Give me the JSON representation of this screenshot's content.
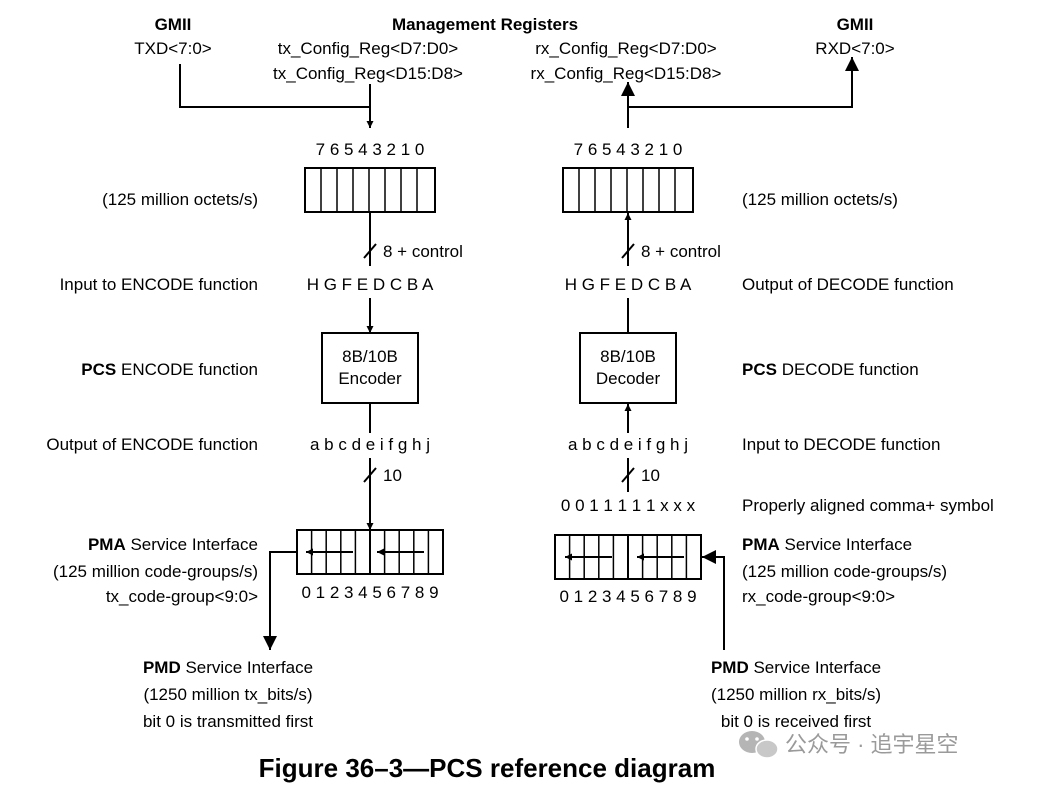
{
  "figure_caption": "Figure 36–3—PCS reference diagram",
  "watermark": "公众号 · 追宇星空",
  "management": {
    "title": "Management Registers"
  },
  "tx": {
    "gmii_title": "GMII",
    "gmii_signal": "TXD<7:0>",
    "config_low": "tx_Config_Reg<D7:D0>",
    "config_high": "tx_Config_Reg<D15:D8>",
    "bit_indices": "7 6 5 4 3 2 1 0",
    "rate_label": "(125 million octets/s)",
    "width_label": "8 + control",
    "func_input_label": "Input to ENCODE function",
    "func_input_bits": "H G F E D C B A",
    "pcs_bold": "PCS",
    "pcs_label": " ENCODE function",
    "block_line1": "8B/10B",
    "block_line2": "Encoder",
    "func_output_label": "Output of ENCODE function",
    "func_output_bits": "a b c d e i f g h j",
    "code_width": "10",
    "pma_bold": "PMA",
    "pma_label": " Service Interface",
    "pma_rate": "(125 million code-groups/s)",
    "pma_signal": "tx_code-group<9:0>",
    "code_indices": "0 1 2 3 4 5 6 7 8 9",
    "pmd_bold": "PMD",
    "pmd_label": " Service Interface",
    "pmd_rate": "(1250 million tx_bits/s)",
    "pmd_note": "bit 0 is transmitted first"
  },
  "rx": {
    "gmii_title": "GMII",
    "gmii_signal": "RXD<7:0>",
    "config_low": "rx_Config_Reg<D7:D0>",
    "config_high": "rx_Config_Reg<D15:D8>",
    "bit_indices": "7 6 5 4 3 2 1 0",
    "rate_label": "(125 million octets/s)",
    "width_label": "8 + control",
    "func_output_label": "Output of DECODE function",
    "func_output_bits": "H G F E D C B A",
    "pcs_bold": "PCS",
    "pcs_label": " DECODE function",
    "block_line1": "8B/10B",
    "block_line2": "Decoder",
    "func_input_label": "Input to DECODE function",
    "func_input_bits": "a b c d e i f g h j",
    "code_width": "10",
    "comma_bits": "0 0 1 1 1 1 1 x x x",
    "comma_label": "Properly aligned comma+ symbol",
    "pma_bold": "PMA",
    "pma_label": " Service Interface",
    "pma_rate": "(125 million code-groups/s)",
    "pma_signal": "rx_code-group<9:0>",
    "code_indices": "0 1 2 3 4 5 6 7 8 9",
    "pmd_bold": "PMD",
    "pmd_label": " Service Interface",
    "pmd_rate": "(1250 million rx_bits/s)",
    "pmd_note": "bit 0 is received first"
  }
}
